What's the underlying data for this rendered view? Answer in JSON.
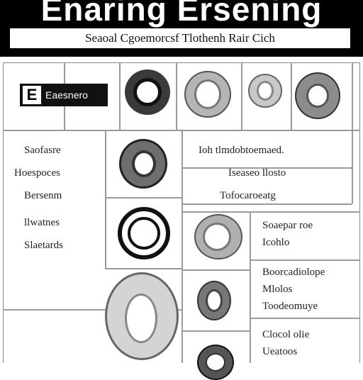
{
  "header": {
    "title": "Enaring Ersening",
    "subtitle": "Seaoal Cgoemorcsf Tlothenh Rair Cich"
  },
  "tag": {
    "letter": "E",
    "label": "Eaesnero"
  },
  "left_labels": [
    "Saofasre",
    "Hoespoces",
    "Bersenm",
    "llwatnes",
    "Slaetards"
  ],
  "right_texts": [
    "Ioh tlmdobtoemaed.",
    "Iseaseo llosto",
    "Tofocaroeatg"
  ],
  "detail_texts": [
    "Soaepar roe",
    "Icohlo",
    "Boorcadiolope",
    "Mlolos",
    "Toodeomuye",
    "Clocol olie",
    "Ueatoos"
  ],
  "colors": {
    "header_bg": "#000000",
    "page_bg": "#ffffff",
    "grid_line": "#9a9a9a"
  }
}
